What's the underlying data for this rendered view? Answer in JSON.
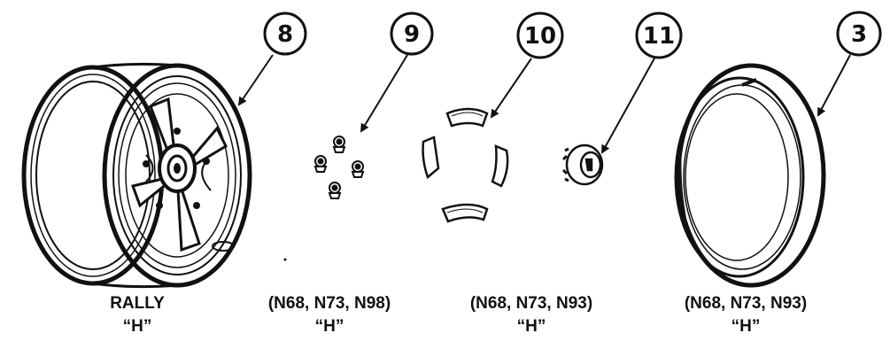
{
  "callouts": [
    {
      "id": "8"
    },
    {
      "id": "9"
    },
    {
      "id": "10"
    },
    {
      "id": "11"
    },
    {
      "id": "3"
    }
  ],
  "captions": [
    {
      "line1": "RALLY",
      "line2": "“H”"
    },
    {
      "line1": "(N68, N73, N98)",
      "line2": "“H”"
    },
    {
      "line1": "(N68, N73, N93)",
      "line2": "“H”"
    },
    {
      "line1": "(N68, N73, N93)",
      "line2": "“H”"
    }
  ]
}
